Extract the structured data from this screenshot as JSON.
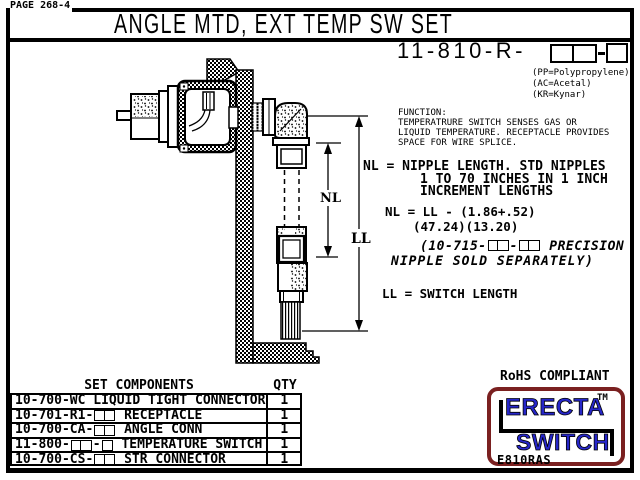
{
  "page": {
    "page_label": "PAGE 268-4",
    "title": "ANGLE MTD, EXT TEMP SW SET"
  },
  "part_number": {
    "prefix": "11-810-R-",
    "material_options": [
      "(PP=Polypropylene)",
      "(AC=Acetal)",
      "(KR=Kynar)"
    ]
  },
  "function_note": {
    "heading": "FUNCTION:",
    "lines": [
      "TEMPERATRURE SWITCH SENSES GAS OR",
      "LIQUID TEMPERATURE. RECEPTACLE PROVIDES",
      "SPACE FOR WIRE SPLICE."
    ]
  },
  "nipple_note": {
    "line1": "NL = NIPPLE LENGTH. STD NIPPLES",
    "line2": "1 TO 70 INCHES IN 1 INCH",
    "line3": "INCREMENT LENGTHS"
  },
  "formula": {
    "line1": "NL = LL - (1.86+.52)",
    "line2": "(47.24)(13.20)"
  },
  "precision_note": {
    "prefix": "(10-715-",
    "mid": "-",
    "suffix": " PRECISION",
    "line2": "NIPPLE SOLD SEPARATELY)"
  },
  "switch_length_note": "LL = SWITCH LENGTH",
  "diagram": {
    "labels": {
      "nl": "NL",
      "ll": "LL"
    }
  },
  "components_table": {
    "header": {
      "components": "SET COMPONENTS",
      "qty": "QTY"
    },
    "rows": [
      {
        "segments": [
          {
            "type": "text",
            "value": "10-700-WC LIQUID TIGHT CONNECTOR"
          }
        ],
        "qty": "1"
      },
      {
        "segments": [
          {
            "type": "text",
            "value": "10-701-R1-"
          },
          {
            "type": "box",
            "cells": 2
          },
          {
            "type": "text",
            "value": " RECEPTACLE"
          }
        ],
        "qty": "1"
      },
      {
        "segments": [
          {
            "type": "text",
            "value": "10-700-CA-"
          },
          {
            "type": "box",
            "cells": 2
          },
          {
            "type": "text",
            "value": " ANGLE CONN"
          }
        ],
        "qty": "1"
      },
      {
        "segments": [
          {
            "type": "text",
            "value": "11-800-"
          },
          {
            "type": "box",
            "cells": 2
          },
          {
            "type": "text",
            "value": "-"
          },
          {
            "type": "box",
            "cells": 1
          },
          {
            "type": "text",
            "value": " TEMPERATURE SWITCH"
          }
        ],
        "qty": "1"
      },
      {
        "segments": [
          {
            "type": "text",
            "value": "10-700-CS-"
          },
          {
            "type": "box",
            "cells": 2
          },
          {
            "type": "text",
            "value": " STR CONNECTOR"
          }
        ],
        "qty": "1"
      }
    ]
  },
  "footer": {
    "rohs": "RoHS COMPLIANT",
    "logo": {
      "line1": "ERECTA",
      "line2": "SWITCH",
      "tm": "TM",
      "code": "E810RAS"
    }
  },
  "colors": {
    "ink": "#000000",
    "paper": "#ffffff",
    "logo_blue": "#2626c9",
    "logo_border": "#7a2020"
  }
}
